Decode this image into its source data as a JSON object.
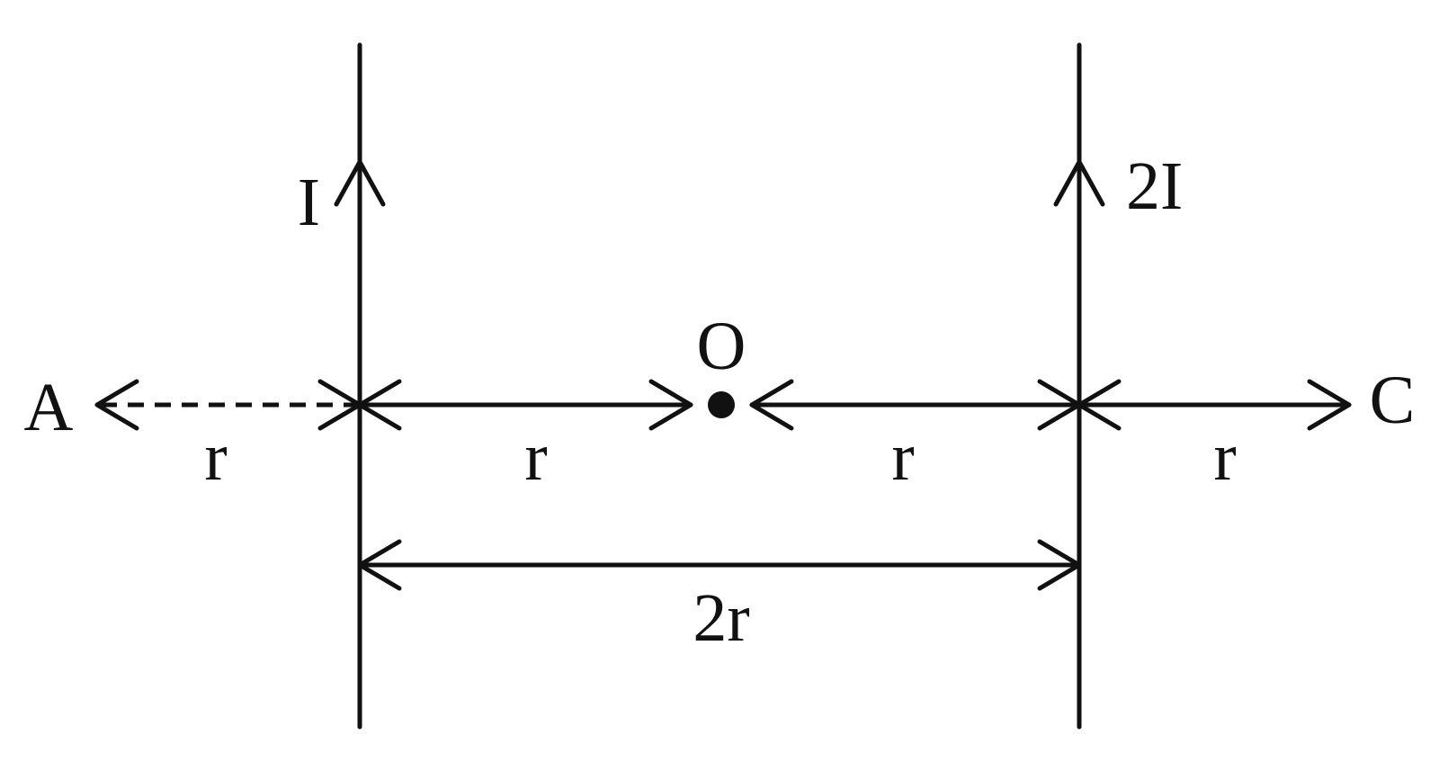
{
  "labels": {
    "point_a": "A",
    "point_o": "O",
    "point_c": "C",
    "current_left": "I",
    "current_right": "2I",
    "dist_a_left": "r",
    "dist_left_o": "r",
    "dist_o_right": "r",
    "dist_right_c": "r",
    "separation": "2r"
  },
  "colors": {
    "ink": "#111111",
    "background": "#ffffff"
  }
}
